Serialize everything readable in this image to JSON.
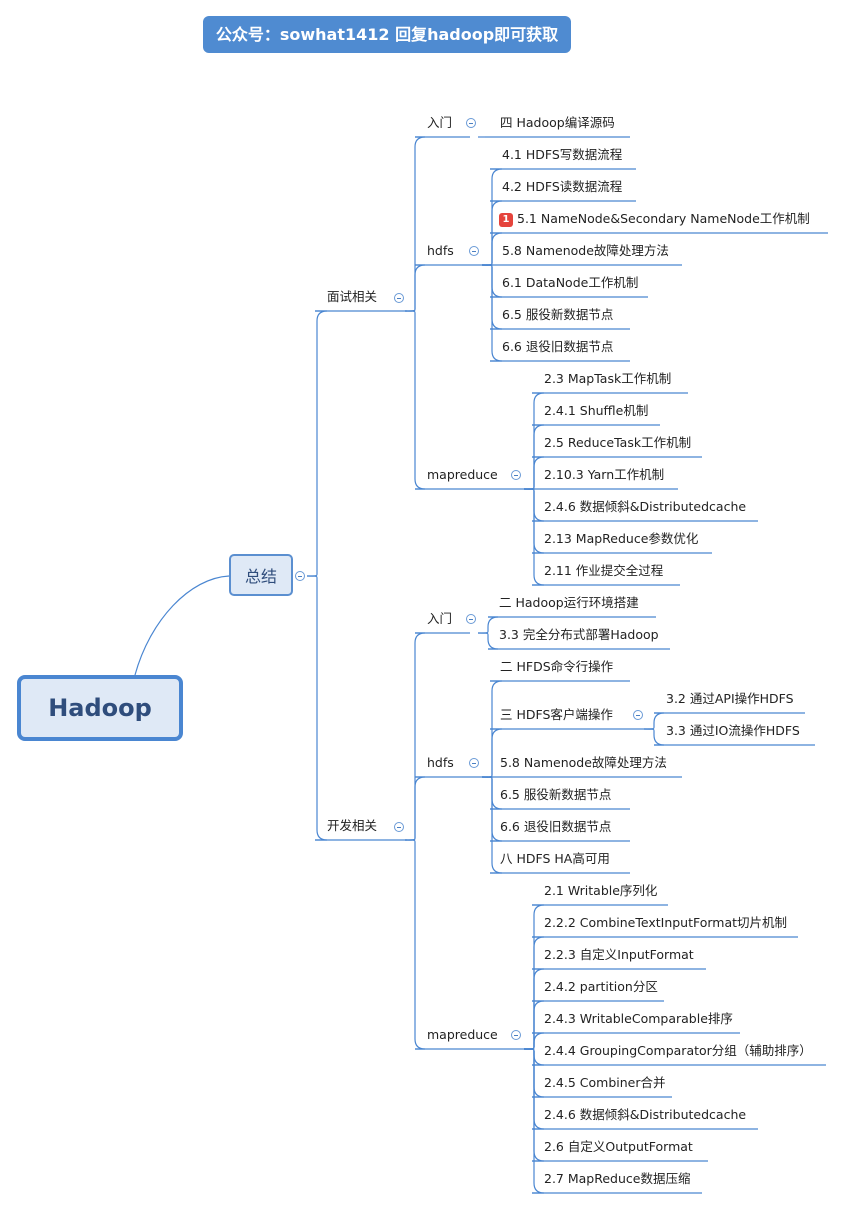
{
  "banner": "公众号：sowhat1412 回复hadoop即可获取",
  "root": "Hadoop",
  "summary": "总结",
  "interview": {
    "label": "面试相关",
    "intro": {
      "label": "入门",
      "items": [
        "四 Hadoop编译源码"
      ]
    },
    "hdfs": {
      "label": "hdfs",
      "items": [
        "4.1 HDFS写数据流程",
        "4.2 HDFS读数据流程",
        "5.1 NameNode&Secondary NameNode工作机制",
        "5.8 Namenode故障处理方法",
        "6.1 DataNode工作机制",
        "6.5 服役新数据节点",
        "6.6 退役旧数据节点"
      ],
      "badge_item": 2,
      "badge_text": "1"
    },
    "mapreduce": {
      "label": "mapreduce",
      "items": [
        "2.3 MapTask工作机制",
        "2.4.1 Shuffle机制",
        "2.5 ReduceTask工作机制",
        "2.10.3 Yarn工作机制",
        "2.4.6 数据倾斜&Distributedcache",
        "2.13 MapReduce参数优化",
        "2.11 作业提交全过程"
      ]
    }
  },
  "dev": {
    "label": "开发相关",
    "intro": {
      "label": "入门",
      "items": [
        "二 Hadoop运行环境搭建",
        "3.3 完全分布式部署Hadoop"
      ]
    },
    "hdfs": {
      "label": "hdfs",
      "items": [
        "二 HFDS命令行操作",
        "三 HDFS客户端操作",
        "5.8 Namenode故障处理方法",
        "6.5 服役新数据节点",
        "6.6 退役旧数据节点",
        "八 HDFS HA高可用"
      ],
      "client_children": [
        "3.2 通过API操作HDFS",
        "3.3 通过IO流操作HDFS"
      ]
    },
    "mapreduce": {
      "label": "mapreduce",
      "items": [
        "2.1 Writable序列化",
        "2.2.2 CombineTextInputFormat切片机制",
        "2.2.3 自定义InputFormat",
        "2.4.2 partition分区",
        "2.4.3 WritableComparable排序",
        "2.4.4 GroupingComparator分组（辅助排序）",
        "2.4.5 Combiner合并",
        "2.4.6 数据倾斜&Distributedcache",
        "2.6 自定义OutputFormat",
        "2.7 MapReduce数据压缩"
      ]
    }
  },
  "colors": {
    "line": "#4a86d1",
    "accent": "#4f8bd1",
    "badge": "#e5443c"
  }
}
